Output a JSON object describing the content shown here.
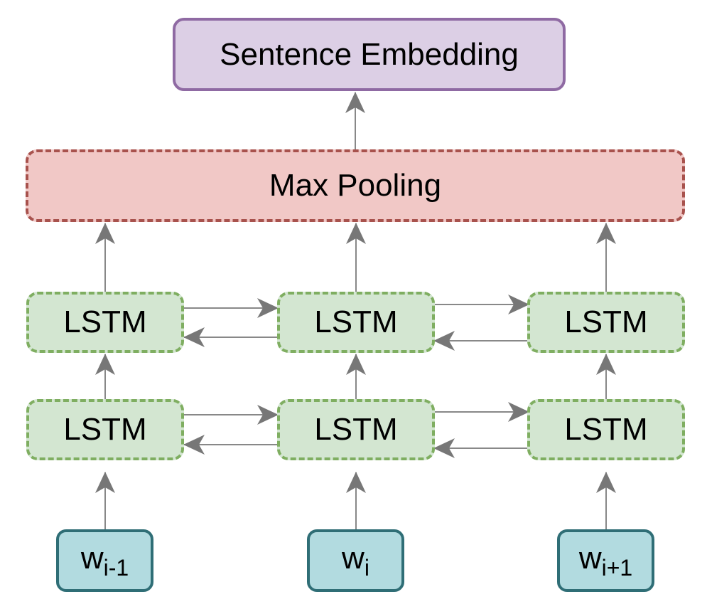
{
  "diagram": {
    "title": "BiLSTM with max pooling sentence encoder",
    "output": {
      "label": "Sentence Embedding"
    },
    "pooling": {
      "label": "Max Pooling"
    },
    "lstm_layers": [
      {
        "cells": [
          {
            "label": "LSTM"
          },
          {
            "label": "LSTM"
          },
          {
            "label": "LSTM"
          }
        ]
      },
      {
        "cells": [
          {
            "label": "LSTM"
          },
          {
            "label": "LSTM"
          },
          {
            "label": "LSTM"
          }
        ]
      }
    ],
    "inputs": [
      {
        "base": "w",
        "sub": "i-1"
      },
      {
        "base": "w",
        "sub": "i"
      },
      {
        "base": "w",
        "sub": "i+1"
      }
    ],
    "colors": {
      "output_fill": "#dccfe5",
      "output_border": "#8f6aa3",
      "pool_fill": "#f1c8c6",
      "pool_border": "#a8524d",
      "lstm_fill": "#d3e6d1",
      "lstm_border": "#7fae61",
      "input_fill": "#b2dbe0",
      "input_border": "#2f6e76",
      "arrow": "#777777"
    }
  }
}
